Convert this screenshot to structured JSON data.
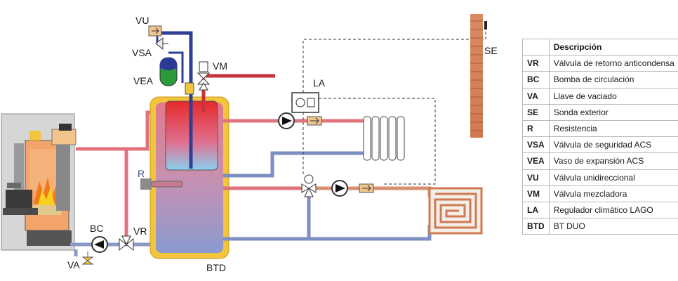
{
  "colors": {
    "hot_pipe": "#e0737c",
    "cold_pipe": "#8a98c8",
    "mix_pipe": "#b890b0",
    "return_pipe": "#7c8ec2",
    "red_line": "#c8323c",
    "blue_line": "#2f3f96",
    "tank_frame": "#f2c53c",
    "wall": "#d4825a",
    "boiler_case": "#d8d8d8",
    "control_dashed": "#333333"
  },
  "labels": {
    "vu": "VU",
    "vsa": "VSA",
    "vea": "VEA",
    "vm": "VM",
    "la": "LA",
    "se": "SE",
    "r": "R",
    "bc": "BC",
    "vr": "VR",
    "va": "VA",
    "btd": "BTD"
  },
  "legend": {
    "header": "Descripción",
    "rows": [
      {
        "code": "VR",
        "desc": "Válvula de retorno anticondensa"
      },
      {
        "code": "BC",
        "desc": "Bomba de circulación"
      },
      {
        "code": "VA",
        "desc": "Llave de vaciado"
      },
      {
        "code": "SE",
        "desc": "Sonda exterior"
      },
      {
        "code": "R",
        "desc": "Resistencia"
      },
      {
        "code": "VSA",
        "desc": "Válvula de seguridad ACS"
      },
      {
        "code": "VEA",
        "desc": "Vaso de expansión ACS"
      },
      {
        "code": "VU",
        "desc": "Válvula unidireccional"
      },
      {
        "code": "VM",
        "desc": "Válvula mezcladora"
      },
      {
        "code": "LA",
        "desc": "Regulador climático LAGO"
      },
      {
        "code": "BTD",
        "desc": "BT DUO"
      }
    ]
  }
}
